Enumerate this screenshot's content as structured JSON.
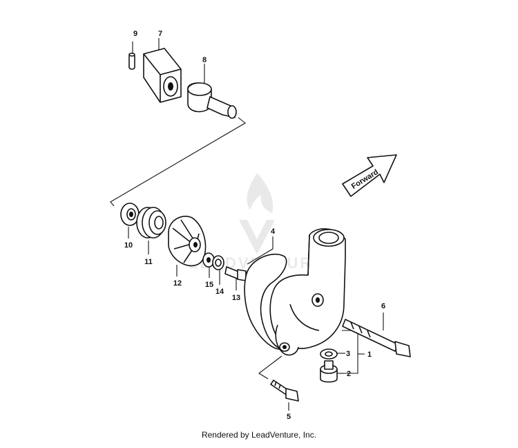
{
  "diagram": {
    "callouts": [
      {
        "id": "9",
        "label": "9"
      },
      {
        "id": "7",
        "label": "7"
      },
      {
        "id": "8",
        "label": "8"
      },
      {
        "id": "10",
        "label": "10"
      },
      {
        "id": "11",
        "label": "11"
      },
      {
        "id": "12",
        "label": "12"
      },
      {
        "id": "15",
        "label": "15"
      },
      {
        "id": "14",
        "label": "14"
      },
      {
        "id": "13",
        "label": "13"
      },
      {
        "id": "4",
        "label": "4"
      },
      {
        "id": "6",
        "label": "6"
      },
      {
        "id": "3",
        "label": "3"
      },
      {
        "id": "1",
        "label": "1"
      },
      {
        "id": "2",
        "label": "2"
      },
      {
        "id": "5",
        "label": "5"
      }
    ],
    "direction_arrow_label": "Forward",
    "watermark": "LEADVENTURE"
  },
  "footer": {
    "credit": "Rendered by LeadVenture, Inc."
  }
}
